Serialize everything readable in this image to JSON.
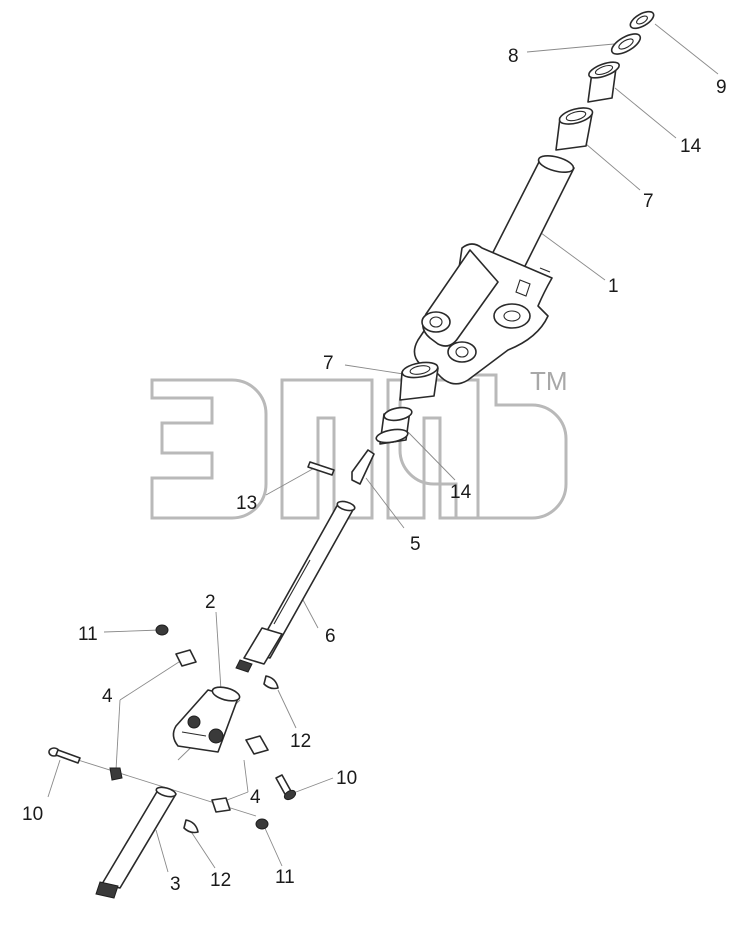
{
  "watermark": {
    "tm": "TM"
  },
  "callouts": {
    "c1": "1",
    "c2": "2",
    "c3": "3",
    "c4a": "4",
    "c4b": "4",
    "c5": "5",
    "c6": "6",
    "c7a": "7",
    "c7b": "7",
    "c8": "8",
    "c9": "9",
    "c10a": "10",
    "c10b": "10",
    "c11a": "11",
    "c11b": "11",
    "c12a": "12",
    "c12b": "12",
    "c13": "13",
    "c14a": "14",
    "c14b": "14"
  }
}
